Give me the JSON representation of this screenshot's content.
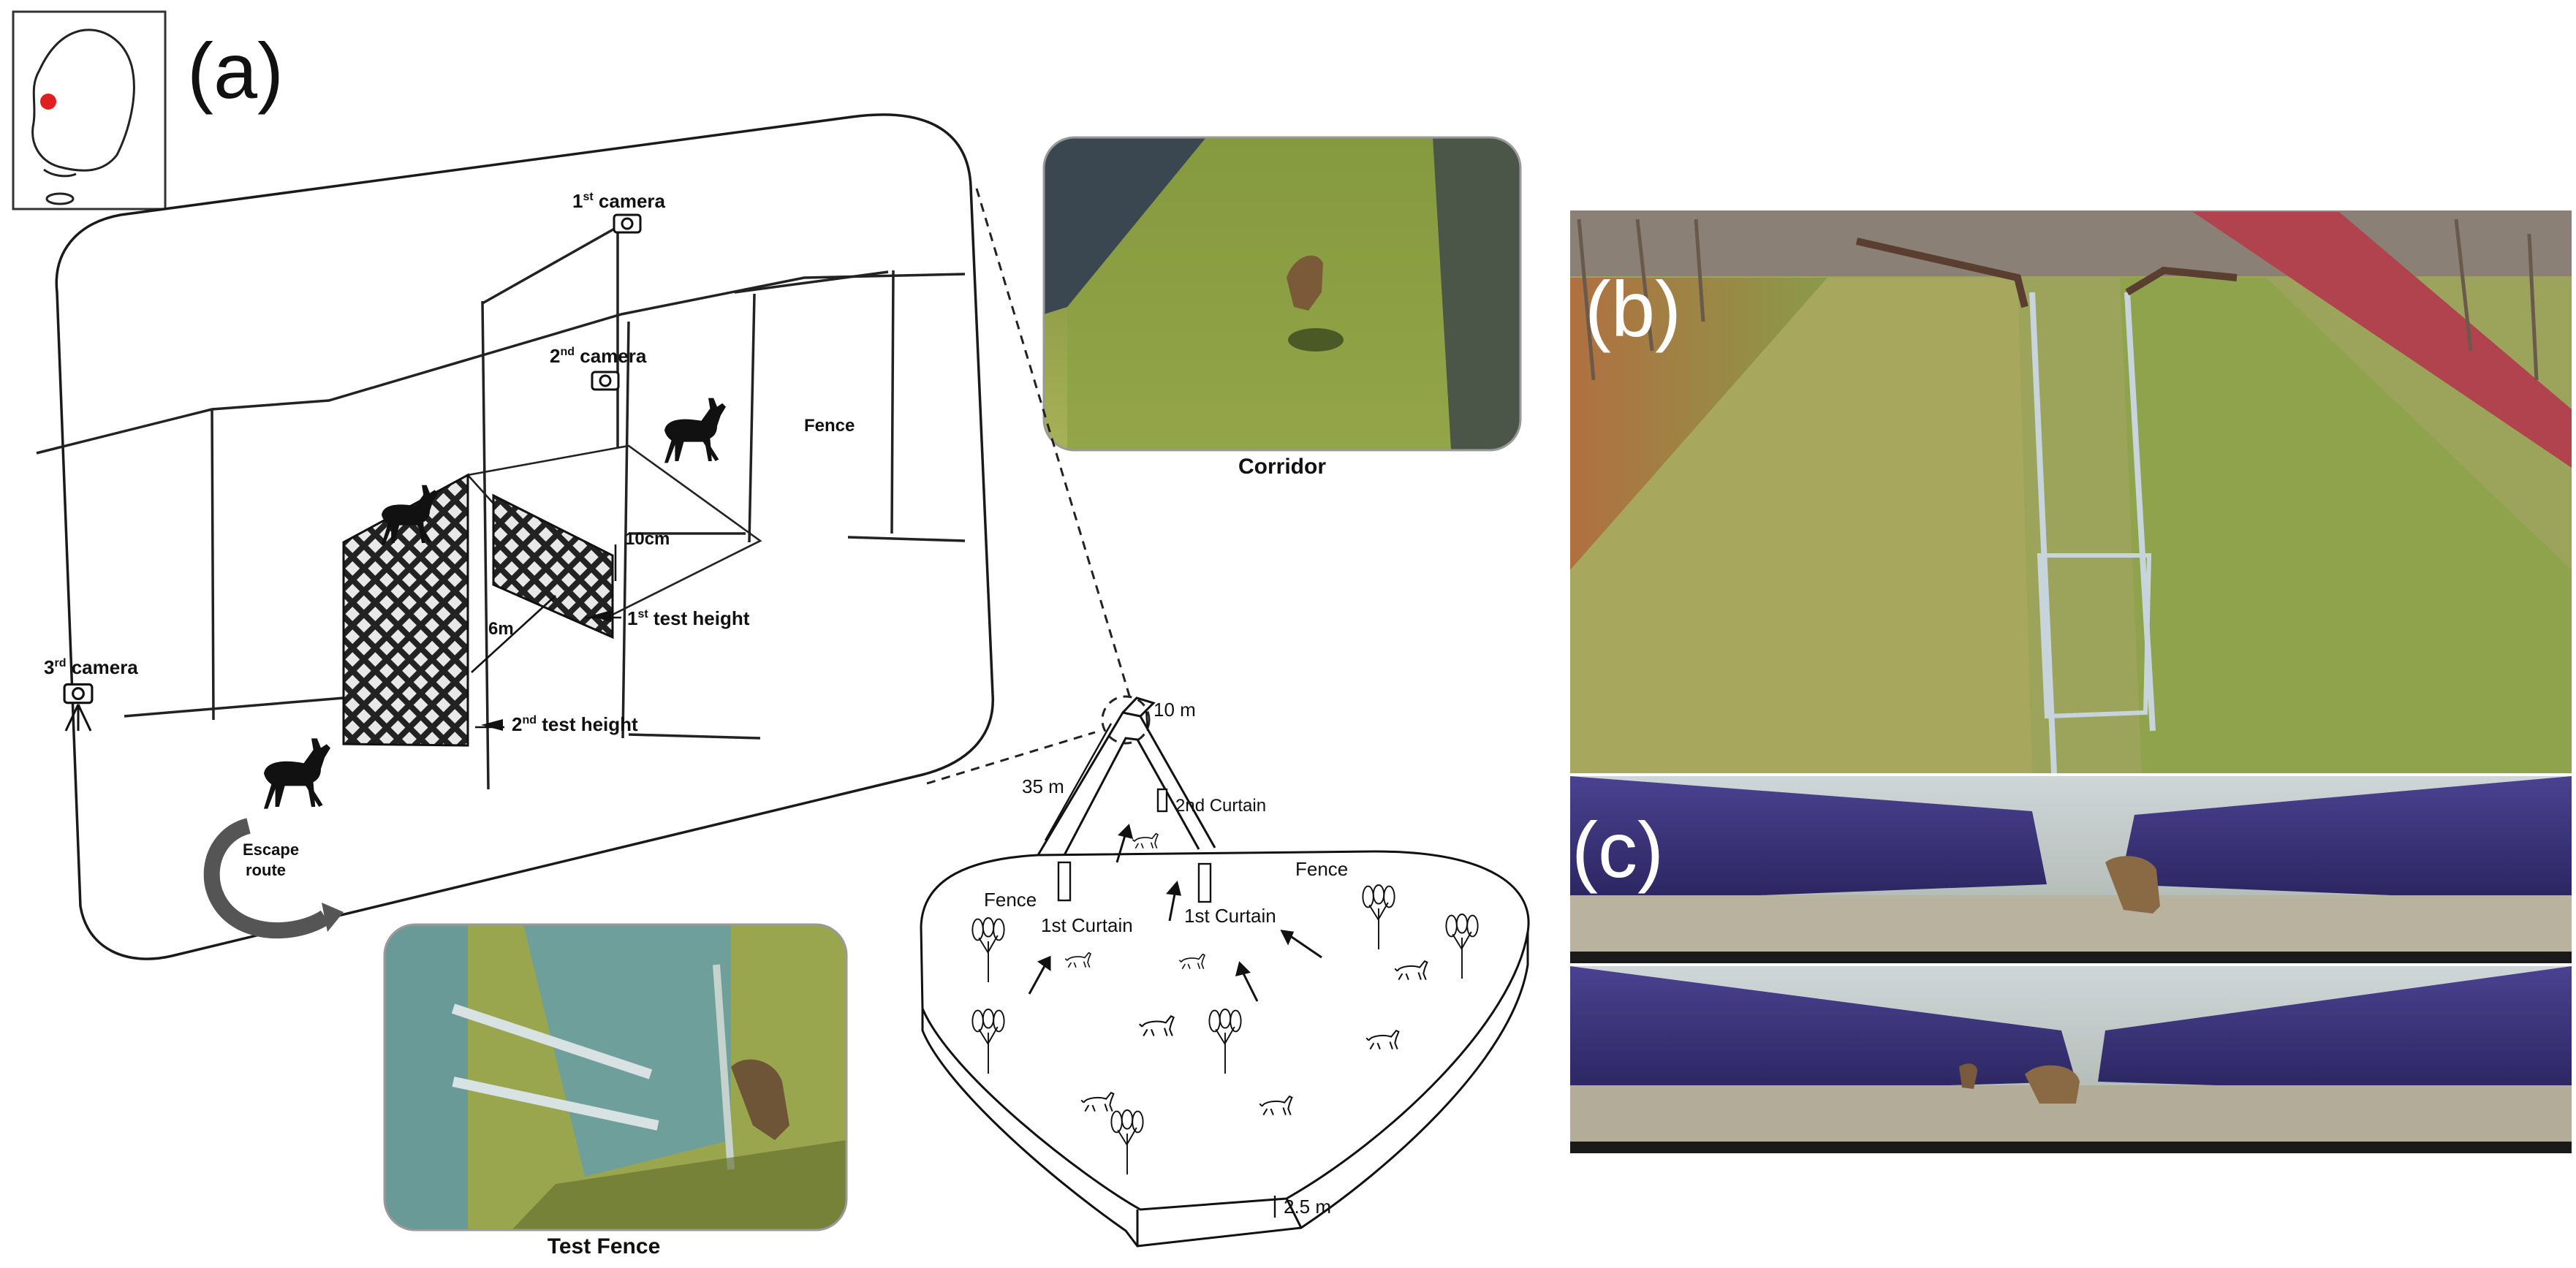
{
  "panels": {
    "a": "(a)",
    "b": "(b)",
    "c": "(c)"
  },
  "sketch": {
    "camera1": {
      "n": "1",
      "sup": "st",
      "t": " camera"
    },
    "camera2": {
      "n": "2",
      "sup": "nd",
      "t": " camera"
    },
    "camera3": {
      "n": "3",
      "sup": "rd",
      "t": " camera"
    },
    "fence": "Fence",
    "gap": "10cm",
    "depth": "6m",
    "height1": {
      "n": "1",
      "sup": "st",
      "t": " test height"
    },
    "height2": {
      "n": "2",
      "sup": "nd",
      "t": " test height"
    },
    "escape": {
      "l1": "Escape",
      "l2": "route"
    }
  },
  "photos": {
    "corridor": "Corridor",
    "test_fence": "Test Fence"
  },
  "enclosure": {
    "len_10": "10 m",
    "len_35": "35 m",
    "height": "2.5 m",
    "curtain2": "2nd Curtain",
    "curtain1_left": "1st Curtain",
    "curtain1_right": "1st Curtain",
    "fence_left": "Fence",
    "fence_right": "Fence"
  },
  "colors": {
    "outline": "#1a1a1a",
    "locator_dot": "#e02020",
    "grass": "#8fa845",
    "tarp": "#3a3470",
    "deer": "#8a6a45"
  }
}
